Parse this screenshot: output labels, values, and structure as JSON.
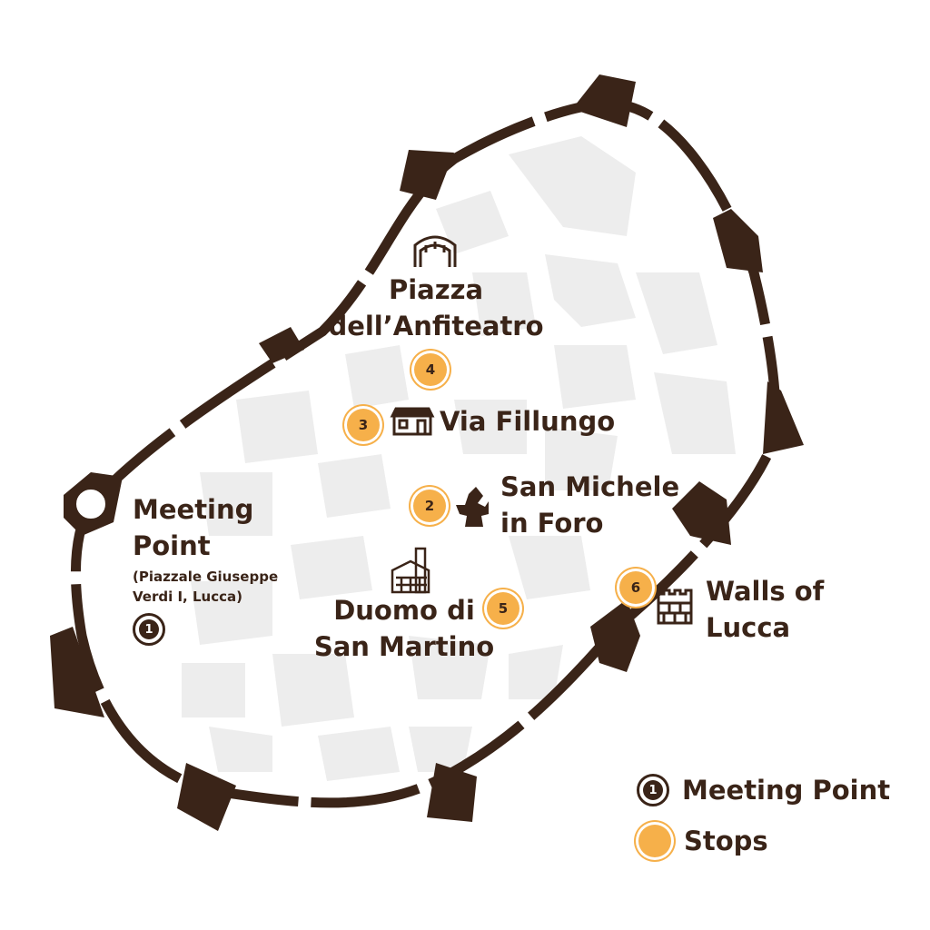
{
  "colors": {
    "wall": "#3a2418",
    "stop": "#f6b04a",
    "background": "#ffffff",
    "street_blocks": "#ececec"
  },
  "meeting_point": {
    "title_line1": "Meeting",
    "title_line2": "Point",
    "address_line1": "(Piazzale Giuseppe",
    "address_line2": "Verdi I, Lucca)",
    "marker_number": "1"
  },
  "stops": [
    {
      "number": "2",
      "label_line1": "San Michele",
      "label_line2": "in Foro",
      "icon": "statue-icon"
    },
    {
      "number": "3",
      "label_line1": "Via Fillungo",
      "label_line2": "",
      "icon": "shopfront-icon"
    },
    {
      "number": "4",
      "label_line1": "Piazza",
      "label_line2": "dell’Anfiteatro",
      "icon": "amphitheatre-icon"
    },
    {
      "number": "5",
      "label_line1": "Duomo di",
      "label_line2": "San Martino",
      "icon": "cathedral-icon"
    },
    {
      "number": "6",
      "label_line1": "Walls of",
      "label_line2": "Lucca",
      "icon": "castle-wall-icon"
    }
  ],
  "legend": {
    "meeting_point_label": "Meeting Point",
    "meeting_point_number": "1",
    "stops_label": "Stops"
  }
}
